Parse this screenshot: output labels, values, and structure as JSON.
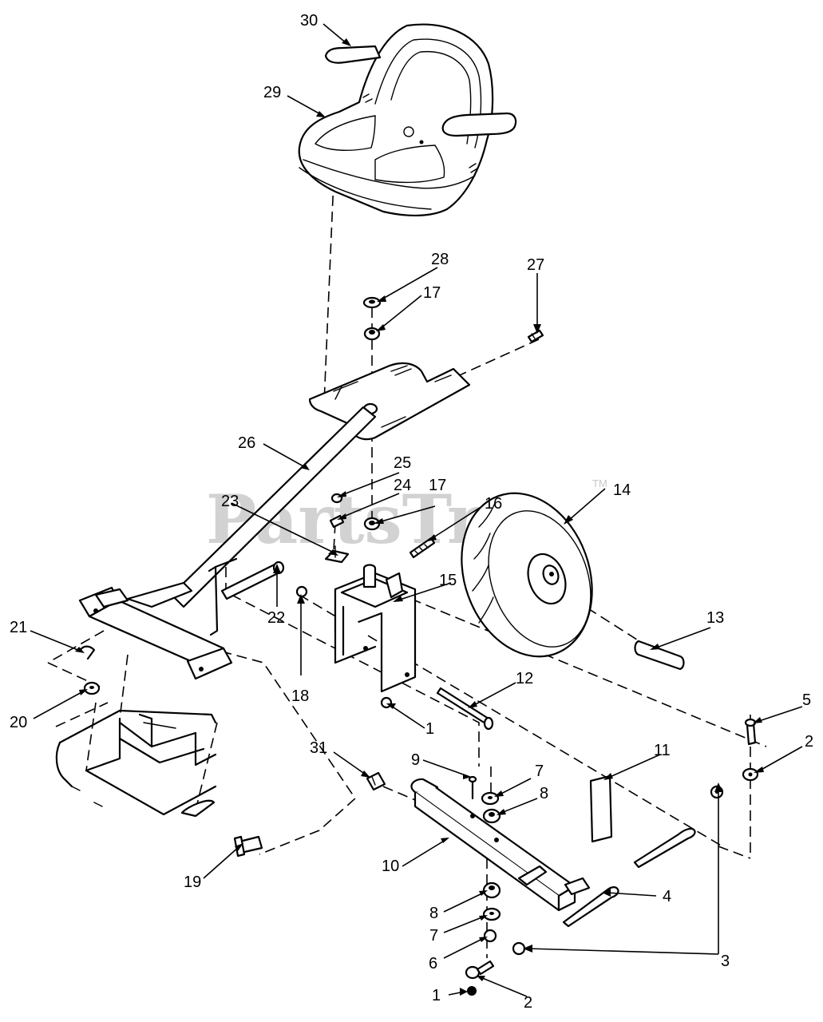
{
  "watermark": {
    "text": "PartsTree",
    "trademark": "TM"
  },
  "callouts": [
    {
      "id": "c30",
      "label": "30"
    },
    {
      "id": "c29",
      "label": "29"
    },
    {
      "id": "c28",
      "label": "28"
    },
    {
      "id": "c17a",
      "label": "17"
    },
    {
      "id": "c27",
      "label": "27"
    },
    {
      "id": "c26",
      "label": "26"
    },
    {
      "id": "c25",
      "label": "25"
    },
    {
      "id": "c24",
      "label": "24"
    },
    {
      "id": "c17b",
      "label": "17"
    },
    {
      "id": "c16",
      "label": "16"
    },
    {
      "id": "c23",
      "label": "23"
    },
    {
      "id": "c14",
      "label": "14"
    },
    {
      "id": "c15",
      "label": "15"
    },
    {
      "id": "c13",
      "label": "13"
    },
    {
      "id": "c21",
      "label": "21"
    },
    {
      "id": "c22",
      "label": "22"
    },
    {
      "id": "c18",
      "label": "18"
    },
    {
      "id": "c12",
      "label": "12"
    },
    {
      "id": "c20",
      "label": "20"
    },
    {
      "id": "c1a",
      "label": "1"
    },
    {
      "id": "c5",
      "label": "5"
    },
    {
      "id": "c2a",
      "label": "2"
    },
    {
      "id": "c11",
      "label": "11"
    },
    {
      "id": "c31",
      "label": "31"
    },
    {
      "id": "c9",
      "label": "9"
    },
    {
      "id": "c7a",
      "label": "7"
    },
    {
      "id": "c8a",
      "label": "8"
    },
    {
      "id": "c19",
      "label": "19"
    },
    {
      "id": "c10",
      "label": "10"
    },
    {
      "id": "c4",
      "label": "4"
    },
    {
      "id": "c8b",
      "label": "8"
    },
    {
      "id": "c7b",
      "label": "7"
    },
    {
      "id": "c3",
      "label": "3"
    },
    {
      "id": "c6",
      "label": "6"
    },
    {
      "id": "c1b",
      "label": "1"
    },
    {
      "id": "c2b",
      "label": "2"
    }
  ]
}
